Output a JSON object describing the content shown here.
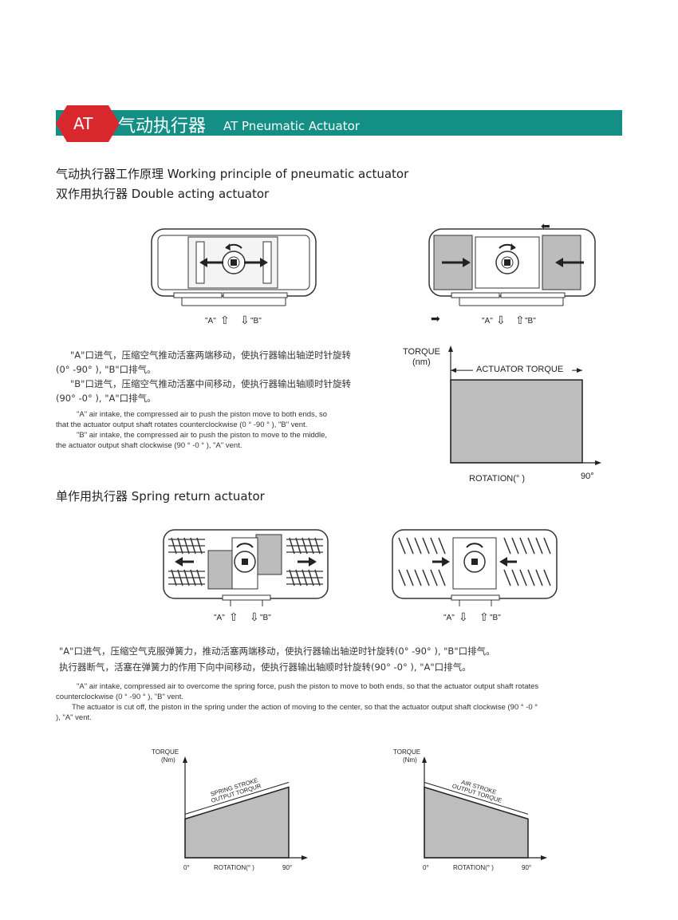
{
  "header": {
    "badge": "AT",
    "title_zh": "气动执行器",
    "title_en": "AT Pneumatic Actuator",
    "colors": {
      "band": "#138f85",
      "badge": "#d8282e"
    }
  },
  "section_working": {
    "heading": "气动执行器工作原理 Working principle of pneumatic actuator",
    "sub_heading": "双作用执行器 Double acting actuator"
  },
  "double_acting": {
    "port_a_label": "\"A\"",
    "port_b_label": "\"B\"",
    "zh_line1": "\"A\"口进气，压缩空气推动活塞两端移动，使执行器输出轴逆时针旋转",
    "zh_line2": "(0° -90° ), \"B\"口排气。",
    "zh_line3": "\"B\"口进气，压缩空气推动活塞中间移动，使执行器输出轴顺时针旋转",
    "zh_line4": "(90° -0° ), \"A\"口排气。",
    "en_line1": "\"A\" air intake, the compressed air to push the piston move to both ends, so",
    "en_line2": "that the actuator output shaft rotates counterclockwise (0 °  -90 ° ), \"B\" vent.",
    "en_line3": "\"B\" air intake, the compressed air to push the piston to move to the middle,",
    "en_line4": "the actuator output shaft clockwise (90 °  -0 ° ), \"A\" vent."
  },
  "section_spring": {
    "heading": "单作用执行器 Spring return actuator"
  },
  "spring_return": {
    "port_a_label": "\"A\"",
    "port_b_label": "\"B\"",
    "zh_line1": "\"A\"口进气，压缩空气克服弹簧力，推动活塞两端移动，使执行器输出轴逆时针旋转(0° -90° ), \"B\"口排气。",
    "zh_line2": "执行器断气，活塞在弹簧力的作用下向中间移动，使执行器输出轴顺时针旋转(90° -0° ), \"A\"口排气。",
    "en_line1": "\"A\" air intake, compressed air to overcome the spring force, push the piston to move to both ends, so that the actuator output shaft rotates",
    "en_line2": "counterclockwise (0 °  -90 ° ), \"B\" vent.",
    "en_line3": "The actuator is cut off, the piston in the spring under the action of moving to the center, so that the actuator output shaft clockwise (90 °  -0 °",
    "en_line4": "), \"A\" vent."
  },
  "chart_data": [
    {
      "type": "area",
      "ylabel": "TORQUE",
      "ylabel_unit": "(nm)",
      "xlabel": "ROTATION(°  )",
      "x_end_label": "90°",
      "series": [
        {
          "name": "ACTUATOR TORQUE",
          "x": [
            0,
            90
          ],
          "y": [
            1,
            1
          ]
        }
      ],
      "xlim": [
        0,
        90
      ],
      "ylim": [
        0,
        1.3
      ]
    },
    {
      "type": "area",
      "ylabel": "TORQUE",
      "ylabel_unit": "(Nm)",
      "xlabel": "ROTATION(°  )",
      "x_start_label": "0°",
      "x_end_label": "90°",
      "series": [
        {
          "name": "SPRING STROKE OUTPUT TORQUR",
          "x": [
            0,
            90
          ],
          "y": [
            0.55,
            1
          ]
        }
      ],
      "xlim": [
        0,
        90
      ],
      "ylim": [
        0,
        1.3
      ]
    },
    {
      "type": "area",
      "ylabel": "TORQUE",
      "ylabel_unit": "(Nm)",
      "xlabel": "ROTATION(°  )",
      "x_start_label": "0°",
      "x_end_label": "90°",
      "series": [
        {
          "name": "AIR STROKE OUTPUT TORQUE",
          "x": [
            0,
            90
          ],
          "y": [
            1,
            0.55
          ]
        }
      ],
      "xlim": [
        0,
        90
      ],
      "ylim": [
        0,
        1.3
      ]
    }
  ]
}
